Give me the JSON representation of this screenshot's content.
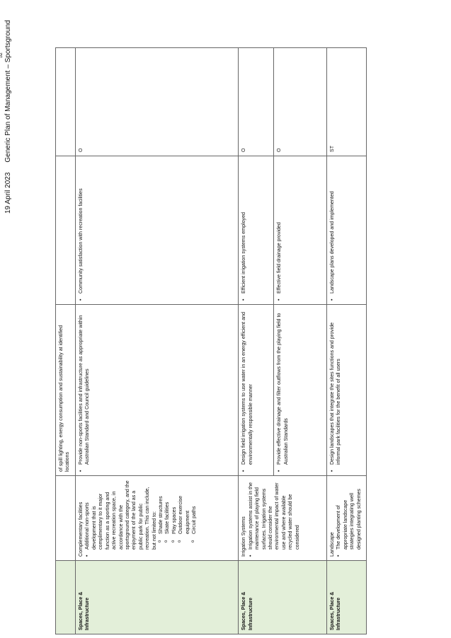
{
  "page_number": "52",
  "footer": {
    "date": "19 April 2023",
    "title": "Generic Plan of Management – Sportsground"
  },
  "rows": [
    {
      "theme": "",
      "objective": "",
      "actions": [
        "of spill lighting, energy consumption and sustainability at identified locations"
      ],
      "indicators": [],
      "priority": ""
    },
    {
      "theme": "Spaces, Place & Infrastructure",
      "objective_title": "Complementary facilities",
      "objective_bullet": "Additional non-sports development that is complimentary to it major function as a sporting and active recreation space, in accordance with the sportsground category, and the enjoyment of the land as a public park for public recreation. This can include, but not limited to:",
      "objective_sub": [
        "Shade structures",
        "Skate facilities",
        "Play spaces",
        "Outdoor exercise equipment",
        "Circuit paths"
      ],
      "action": "Provide non-sports facilities and infrastructure as appropriate within Australian Standard and Council guidelines",
      "indicator": "Community satisfaction with recreation facilities",
      "priority": "O"
    },
    {
      "theme": "Spaces, Place & Infrastructure",
      "objective_title": "Irrigation Systems",
      "objective_bullet": "Irrigation systems assist in the maintenance of playing field surfaces. Irrigation systems should consider the environmental impact of water use and where available recycled water should be considered",
      "action_1": "Design field irrigation systems to use water in an energy efficient and environmentally responsible manner",
      "indicator_1": "Efficient irrigation systems employed",
      "priority_1": "O",
      "action_2": "Provide effective drainage and filter outflows from the playing field to Australian Standards",
      "indicator_2": "Effective field drainage provided",
      "priority_2": "O"
    },
    {
      "theme": "Spaces, Place & Infrastructure",
      "objective_title": "Landscape",
      "objective_bullet": "The development of appropriate landscape strategies integrating well designed planting schemes",
      "action": "Design landscapes that integrate the sites functions and provide informal park facilities for the benefit of all users",
      "indicator": "Landscape plans developed and implemented",
      "priority": "ST"
    }
  ]
}
